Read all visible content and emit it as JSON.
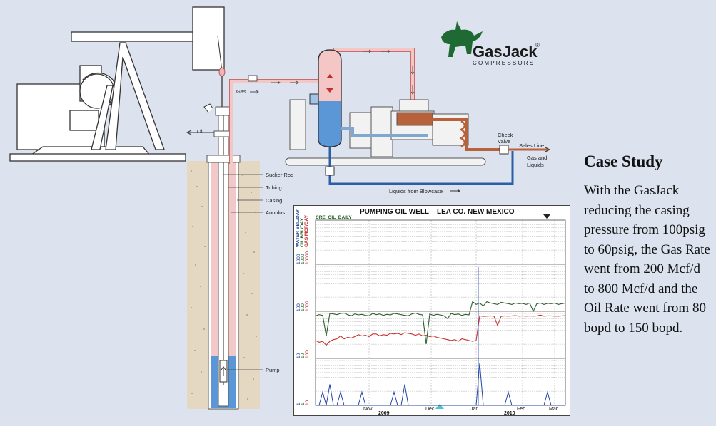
{
  "logo": {
    "brand": "GasJack",
    "registered": "®",
    "sub": "COMPRESSORS"
  },
  "diagram_labels": {
    "gas": "Gas",
    "oil": "Oil",
    "sucker_rod": "Sucker Rod",
    "tubing": "Tubing",
    "casing": "Casing",
    "annulus": "Annulus",
    "pump": "Pump",
    "check_valve_1": "Check",
    "check_valve_2": "Valve",
    "sales_line": "Sales Line",
    "gas_and_1": "Gas and",
    "gas_and_2": "Liquids",
    "liquids_from_blowcase": "Liquids from Blowcase"
  },
  "case_study": {
    "title": "Case Study",
    "body": "With the GasJack reducing the casing pressure from 100psig to 60psig, the Gas Rate went from 200 Mcf/d to 800 Mcf/d and the Oil Rate went from 80 bopd to 150 bopd."
  },
  "chart_data": {
    "type": "line",
    "title": "PUMPING OIL WELL – LEA CO. NEW MEXICO",
    "legend": [
      "CRE_OIL_DAILY"
    ],
    "yaxis_labels": [
      "WATER BBL/DAY",
      "OIL BBL/DAY",
      "GAS MCF/DAY"
    ],
    "yscale": "log",
    "y_ticks": {
      "1000": [
        "1000",
        "1000",
        "10000"
      ],
      "100": [
        "100",
        "100",
        "1000"
      ],
      "10": [
        "10",
        "10",
        "100"
      ],
      "1": [
        "1",
        "1",
        "10"
      ]
    },
    "x_months": [
      "Nov",
      "Dec",
      "Jan",
      "Feb",
      "Mar"
    ],
    "x_years": [
      "2009",
      "2010"
    ],
    "colors": {
      "gas": "#c8312a",
      "oil": "#2e5e2e",
      "water": "#2346a8"
    },
    "series": [
      {
        "name": "GAS MCF/DAY",
        "values": [
          240,
          220,
          230,
          190,
          230,
          250,
          260,
          300,
          260,
          280,
          270,
          290,
          320,
          300,
          310,
          290,
          330,
          330,
          300,
          320,
          310,
          340,
          330,
          340,
          320,
          350,
          340,
          330,
          310,
          330,
          300,
          310,
          290,
          300,
          280,
          270,
          260,
          250,
          240,
          250,
          230,
          260,
          250,
          240,
          230,
          240,
          800,
          780,
          790,
          800,
          790,
          500,
          780,
          800,
          790,
          800,
          810,
          790,
          800,
          790,
          800,
          790,
          800,
          830,
          790,
          800,
          800,
          790,
          790,
          800,
          810
        ]
      },
      {
        "name": "OIL BBL/DAY",
        "values": [
          80,
          85,
          82,
          30,
          90,
          88,
          85,
          90,
          92,
          85,
          80,
          88,
          84,
          86,
          82,
          80,
          90,
          85,
          88,
          82,
          86,
          84,
          90,
          88,
          85,
          82,
          80,
          88,
          92,
          86,
          84,
          20,
          88,
          82,
          86,
          84,
          80,
          70,
          90,
          85,
          88,
          82,
          86,
          84,
          160,
          140,
          150,
          130,
          160,
          150,
          145,
          140,
          155,
          150,
          145,
          140,
          150,
          145,
          148,
          140,
          150,
          100,
          145,
          150,
          140,
          148,
          145,
          150,
          140,
          145,
          150
        ]
      },
      {
        "name": "WATER BBL/DAY",
        "values": [
          1,
          1,
          2,
          1,
          3,
          1,
          1,
          2,
          1,
          1,
          1,
          1,
          1,
          2,
          1,
          1,
          1,
          1,
          1,
          1,
          1,
          1,
          2,
          1,
          1,
          3,
          1,
          1,
          1,
          1,
          1,
          1,
          1,
          1,
          1,
          1,
          1,
          1,
          1,
          1,
          1,
          1,
          1,
          1,
          1,
          1,
          9,
          1,
          1,
          1,
          1,
          1,
          1,
          1,
          2,
          1,
          1,
          1,
          1,
          1,
          1,
          1,
          1,
          1,
          1,
          2,
          1,
          1,
          1,
          1,
          1
        ]
      }
    ]
  }
}
